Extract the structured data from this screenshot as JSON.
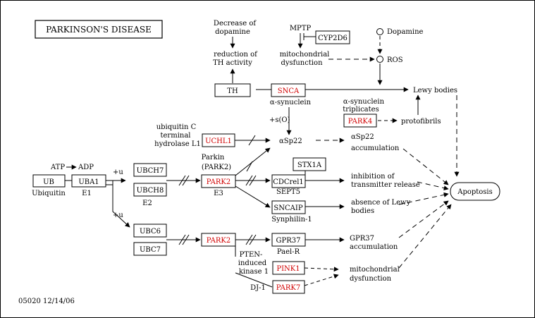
{
  "title": "PARKINSON'S DISEASE",
  "footer": "05020  12/14/06",
  "colors": {
    "background": "#ffffff",
    "frame": "#000000",
    "line": "#000000",
    "highlight_text": "#d10000",
    "normal_text": "#000000"
  },
  "nodes": {
    "th": "TH",
    "snca": "SNCA",
    "cyp2d6": "CYP2D6",
    "uchl1": "UCHL1",
    "park4": "PARK4",
    "ub": "UB",
    "uba1": "UBA1",
    "ubch7": "UBCH7",
    "ubch8": "UBCH8",
    "park2_top": "PARK2",
    "stx1a": "STX1A",
    "cdcrel1": "CDCrel1",
    "sncaip": "SNCAIP",
    "ubc6": "UBC6",
    "ubc7": "UBC7",
    "park2_bottom": "PARK2",
    "gpr37": "GPR37",
    "pink1": "PINK1",
    "park7": "PARK7",
    "apoptosis": "Apoptosis"
  },
  "labels": {
    "decrease_dopamine_1": "Decrease of",
    "decrease_dopamine_2": "dopamine",
    "reduction_th_1": "reduction of",
    "reduction_th_2": "TH activity",
    "mptp": "MPTP",
    "mito_dysfunction_top_1": "mitochondrial",
    "mito_dysfunction_top_2": "dysfunction",
    "dopamine": "Dopamine",
    "ros": "ROS",
    "lewy_bodies": "Lewy bodies",
    "alpha_synuclein": "α-synuclein",
    "alpha_syn_triplicates_1": "α-synuclein",
    "alpha_syn_triplicates_2": "triplicates",
    "protofibrils": "protofibrils",
    "s_o": "+s(O)",
    "uchl1_desc_1": "ubiquitin C",
    "uchl1_desc_2": "terminal",
    "uchl1_desc_3": "hydrolase L1",
    "alpha_sp22": "αSp22",
    "alpha_sp22_acc_1": "αSp22",
    "alpha_sp22_acc_2": "accumulation",
    "atp": "ATP",
    "adp": "ADP",
    "ubiquitin": "Ubiquitin",
    "e1": "E1",
    "plus_u_top": "+u",
    "plus_u_bottom": "+u",
    "e2": "E2",
    "parkin_1": "Parkin",
    "parkin_2": "(PARK2)",
    "e3": "E3",
    "inhibition_1": "inhibition of",
    "inhibition_2": "transmitter release",
    "sept5": "SEPT5",
    "absence_1": "absence of Lewy",
    "absence_2": "bodies",
    "synphilin": "Synphilin-1",
    "gpr37_acc_1": "GPR37",
    "gpr37_acc_2": "accumulation",
    "pael_r": "Pael-R",
    "pten_1": "PTEN-",
    "pten_2": "induced",
    "pten_3": "kinase 1",
    "dj1": "DJ-1",
    "mito_dysfunction_bottom_1": "mitochondrial",
    "mito_dysfunction_bottom_2": "dysfunction"
  }
}
